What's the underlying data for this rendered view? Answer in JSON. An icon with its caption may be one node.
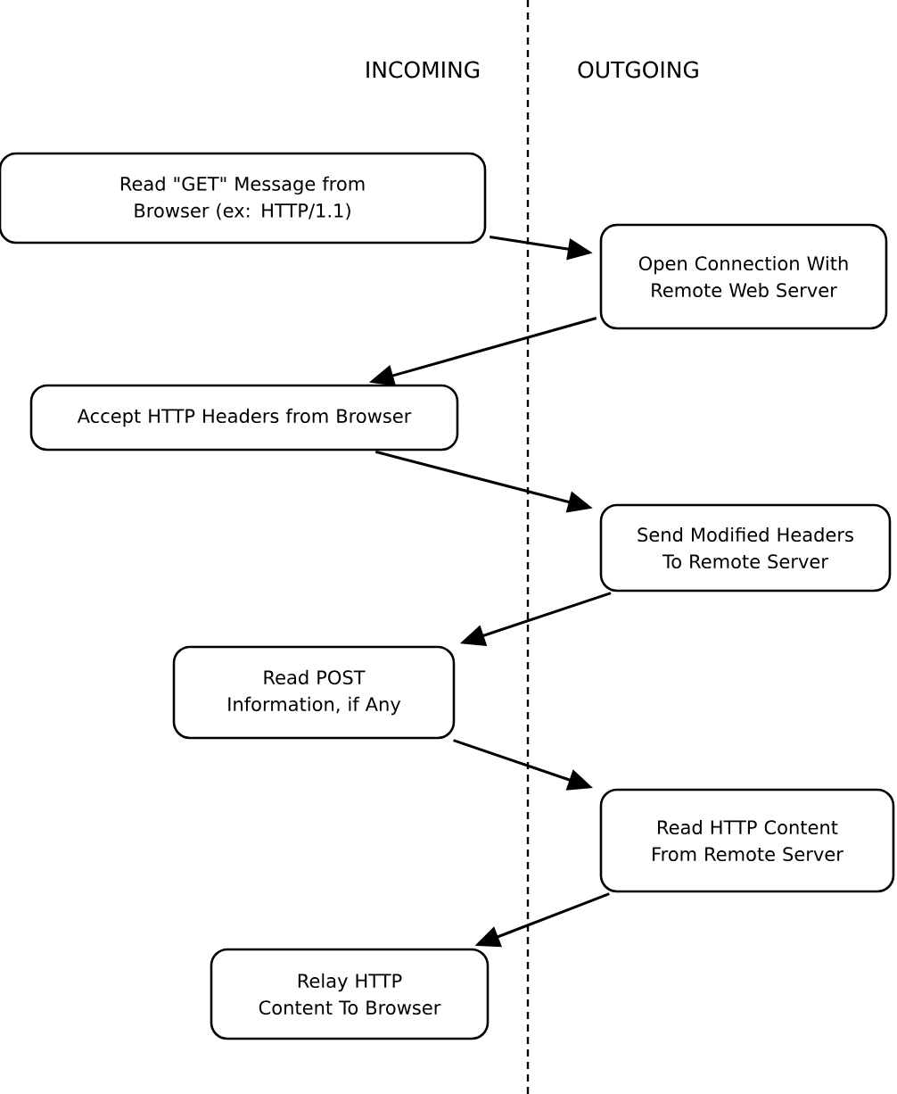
{
  "diagram": {
    "nodes": [
      {
        "text": [
          "Read \"GET\" Message from Browser (ex: HTTP/1.1)"
        ]
      },
      {
        "text": [
          "Open Connection With Remote Web Server"
        ]
      },
      {
        "text": [
          "Accept HTTP Headers from Browser"
        ]
      },
      {
        "text": [
          "Send Modified Headers To Remote Server"
        ]
      },
      {
        "text": [
          "Read POST Information, if Any"
        ]
      },
      {
        "text": [
          "Read HTTP Content From Remote Server"
        ]
      },
      {
        "text": [
          "Relay HTTP Content To Browser"
        ]
      }
    ],
    "edges": [
      {
        "from": 0,
        "to": 1,
        "arrow": "to"
      },
      {
        "from": 1,
        "to": 2,
        "arrow": "to"
      },
      {
        "from": 2,
        "to": 3,
        "arrow": "to"
      },
      {
        "from": 3,
        "to": 4,
        "arrow": "to"
      },
      {
        "from": 4,
        "to": 5,
        "arrow": "to"
      },
      {
        "from": 5,
        "to": 6,
        "arrow": "to"
      }
    ],
    "labels": [
      "INCOMING",
      "OUTGOING"
    ]
  }
}
